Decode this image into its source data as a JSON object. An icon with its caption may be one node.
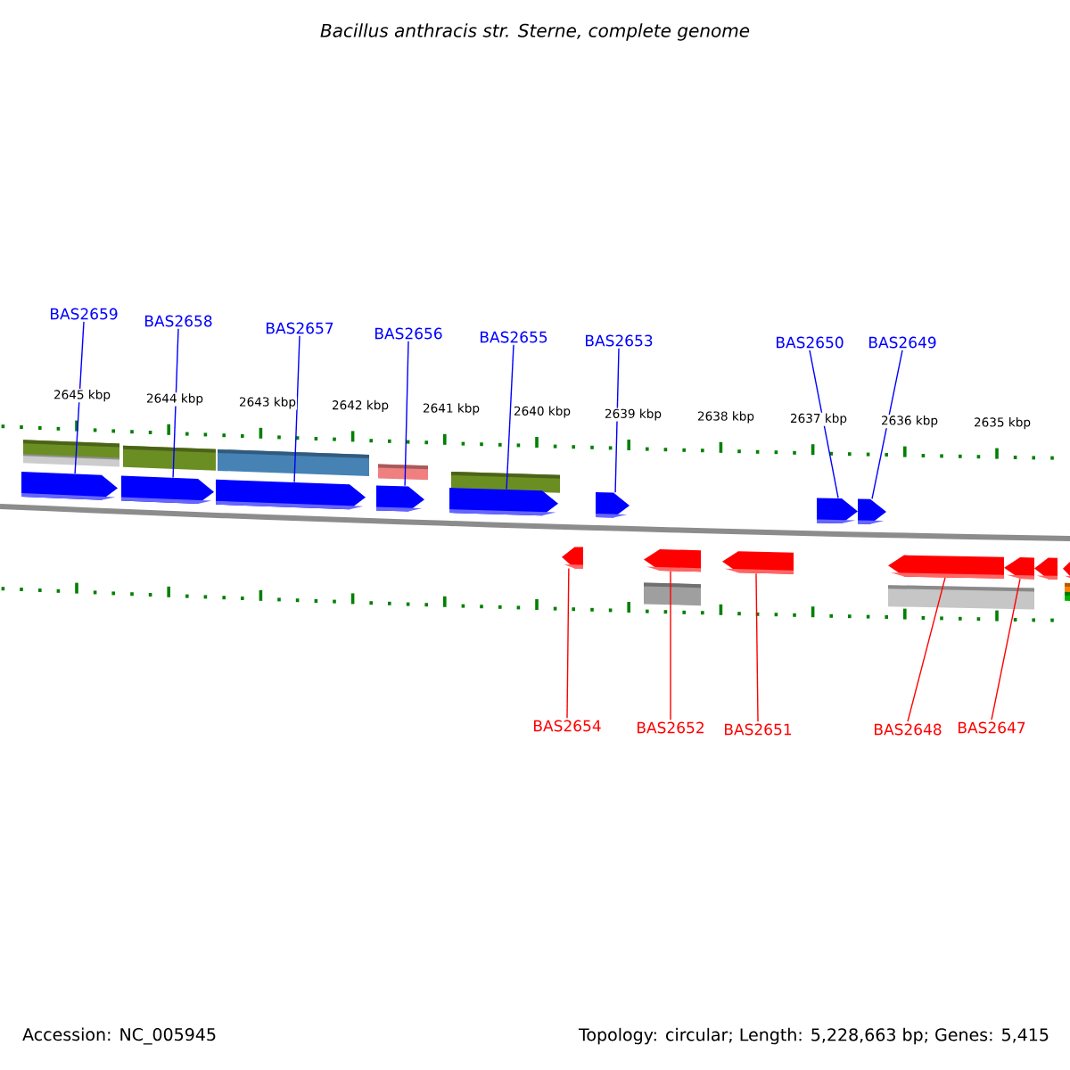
{
  "diagram": {
    "title": "Bacillus anthracis str. Sterne, complete genome",
    "nodes": [
      {
        "text": [
          "BAS2659"
        ]
      },
      {
        "text": [
          "BAS2658"
        ]
      },
      {
        "text": [
          "BAS2657"
        ]
      },
      {
        "text": [
          "BAS2656"
        ]
      },
      {
        "text": [
          "BAS2655"
        ]
      },
      {
        "text": [
          "BAS2653"
        ]
      },
      {
        "text": [
          "BAS2650"
        ]
      },
      {
        "text": [
          "BAS2649"
        ]
      },
      {
        "text": [
          "BAS2654"
        ]
      },
      {
        "text": [
          "BAS2652"
        ]
      },
      {
        "text": [
          "BAS2651"
        ]
      },
      {
        "text": [
          "BAS2648"
        ]
      },
      {
        "text": [
          "BAS2647"
        ]
      },
      {
        "text": [],
        "shape": "arrow"
      },
      {
        "text": [],
        "shape": "arrow"
      },
      {
        "text": [],
        "shape": "arrow"
      },
      {
        "text": [],
        "shape": "arrow"
      },
      {
        "text": [],
        "shape": "arrow"
      },
      {
        "text": [],
        "shape": "arrow"
      },
      {
        "text": [],
        "shape": "arrow"
      },
      {
        "text": [],
        "shape": "arrow"
      },
      {
        "text": [],
        "shape": "arrow"
      },
      {
        "text": [],
        "shape": "arrow"
      },
      {
        "text": [],
        "shape": "arrow"
      },
      {
        "text": [],
        "shape": "arrow"
      },
      {
        "text": [],
        "shape": "arrow"
      },
      {
        "text": [],
        "shape": "arrow"
      },
      {
        "text": [],
        "shape": "arrow"
      }
    ],
    "edges": [
      {
        "from": 0,
        "to": 13,
        "arrow": "none"
      },
      {
        "from": 1,
        "to": 14,
        "arrow": "none"
      },
      {
        "from": 2,
        "to": 15,
        "arrow": "none"
      },
      {
        "from": 3,
        "to": 16,
        "arrow": "none"
      },
      {
        "from": 4,
        "to": 17,
        "arrow": "none"
      },
      {
        "from": 5,
        "to": 18,
        "arrow": "none"
      },
      {
        "from": 6,
        "to": 19,
        "arrow": "none"
      },
      {
        "from": 7,
        "to": 20,
        "arrow": "none"
      },
      {
        "from": 8,
        "to": 21,
        "arrow": "none",
        "color": "#ff0000"
      },
      {
        "from": 9,
        "to": 22,
        "arrow": "none",
        "color": "#ff0000"
      },
      {
        "from": 10,
        "to": 23,
        "arrow": "none",
        "color": "#ff0000"
      },
      {
        "from": 11,
        "to": 24,
        "arrow": "none",
        "color": "#ff0000"
      },
      {
        "from": 12,
        "to": 25,
        "arrow": "none",
        "color": "#ff0000"
      }
    ],
    "labels": [
      "2645 kbp",
      "2644 kbp",
      "2643 kbp",
      "2642 kbp",
      "2641 kbp",
      "2640 kbp",
      "2639 kbp",
      "2638 kbp",
      "2637 kbp",
      "2636 kbp",
      "2635 kbp",
      "Accession: NC_005945",
      "Topology: circular; Length: 5,228,663 bp; Genes: 5,415"
    ]
  }
}
